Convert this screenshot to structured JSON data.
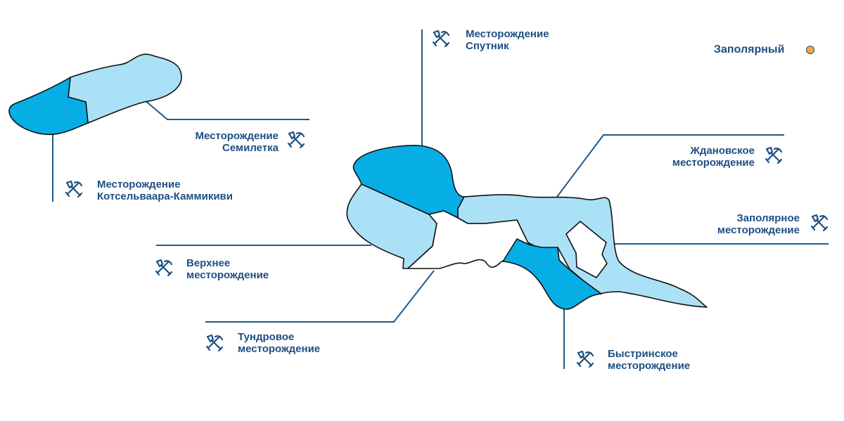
{
  "map": {
    "colors": {
      "leader_line": "#1e5a8c",
      "label_text": "#1e4f82",
      "deposit_dark": "#07aee6",
      "deposit_light": "#abe1f6",
      "outline": "#111111",
      "town_marker": "#f6a93b"
    },
    "town": {
      "name": "Заполярный",
      "marker": "circle-marker"
    },
    "deposits": [
      {
        "id": "sputnik",
        "line1": "Месторождение",
        "line2": "Спутник",
        "icon": "pick-shovel-icon"
      },
      {
        "id": "semiletka",
        "line1": "Месторождение",
        "line2": "Семилетка",
        "icon": "pick-shovel-icon"
      },
      {
        "id": "kotselvaara",
        "line1": "Месторождение",
        "line2": "Котсельваара-Каммикиви",
        "icon": "pick-shovel-icon"
      },
      {
        "id": "zhdanovskoe",
        "line1": "Ждановское",
        "line2": "месторождение",
        "icon": "pick-shovel-icon"
      },
      {
        "id": "zapolyarnoe",
        "line1": "Заполярное",
        "line2": "месторождение",
        "icon": "pick-shovel-icon"
      },
      {
        "id": "verkhnee",
        "line1": "Верхнее",
        "line2": "месторождение",
        "icon": "pick-shovel-icon"
      },
      {
        "id": "tundrovoe",
        "line1": "Тундровое",
        "line2": "месторождение",
        "icon": "pick-shovel-icon"
      },
      {
        "id": "bystrinskoe",
        "line1": "Быстринское",
        "line2": "месторождение",
        "icon": "pick-shovel-icon"
      }
    ]
  }
}
